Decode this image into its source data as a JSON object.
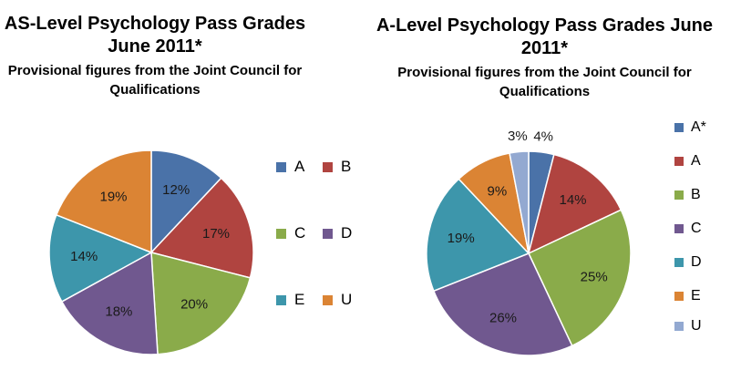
{
  "chart_data": [
    {
      "id": "as",
      "type": "pie",
      "title": "AS-Level Psychology Pass Grades June 2011*",
      "subtitle": "Provisional figures from the Joint Council for Qualifications",
      "categories": [
        "A",
        "B",
        "C",
        "D",
        "E",
        "U"
      ],
      "values": [
        12,
        17,
        20,
        18,
        14,
        19
      ],
      "labels": [
        "12%",
        "17%",
        "20%",
        "18%",
        "14%",
        "19%"
      ],
      "colors": [
        "#4a72a8",
        "#b04440",
        "#8aab4a",
        "#70588f",
        "#3d96ab",
        "#db8434"
      ],
      "legend_position": "right"
    },
    {
      "id": "a",
      "type": "pie",
      "title": "A-Level Psychology Pass Grades June 2011*",
      "subtitle": "Provisional figures from the Joint Council for Qualifications",
      "categories": [
        "A*",
        "A",
        "B",
        "C",
        "D",
        "E",
        "U"
      ],
      "values": [
        4,
        14,
        25,
        26,
        19,
        9,
        3
      ],
      "labels": [
        "4%",
        "14%",
        "25%",
        "26%",
        "19%",
        "9%",
        "3%"
      ],
      "colors": [
        "#4a72a8",
        "#b04440",
        "#8aab4a",
        "#70588f",
        "#3d96ab",
        "#db8434",
        "#93a9d1"
      ],
      "legend_position": "right"
    }
  ]
}
